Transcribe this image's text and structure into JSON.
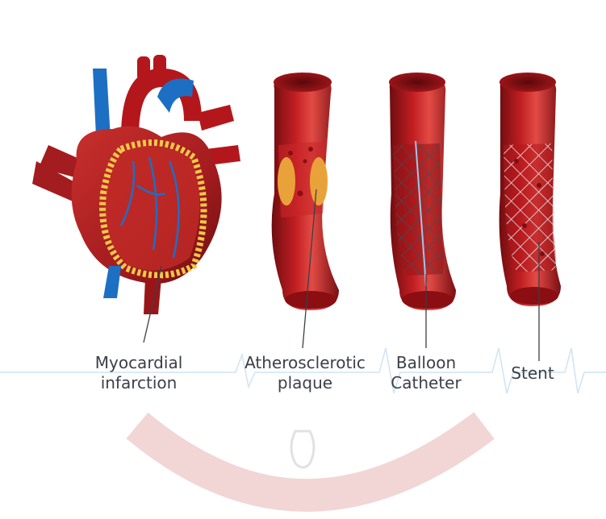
{
  "labels": {
    "myocardial_1": "Myocardial",
    "myocardial_2": "infarction",
    "athero_1": "Atherosclerotic",
    "athero_2": "plaque",
    "balloon_1": "Balloon",
    "balloon_2": "Catheter",
    "stent": "Stent"
  },
  "colors": {
    "artery_dark": "#7a0f13",
    "artery_mid": "#b3171c",
    "artery_light": "#e24b45",
    "plaque": "#e9a23a",
    "vein_blue": "#1d6fc4",
    "fat_yellow": "#f2c64a",
    "watermark": "#e6b1b1",
    "pulse_line": "#cde3f3"
  }
}
